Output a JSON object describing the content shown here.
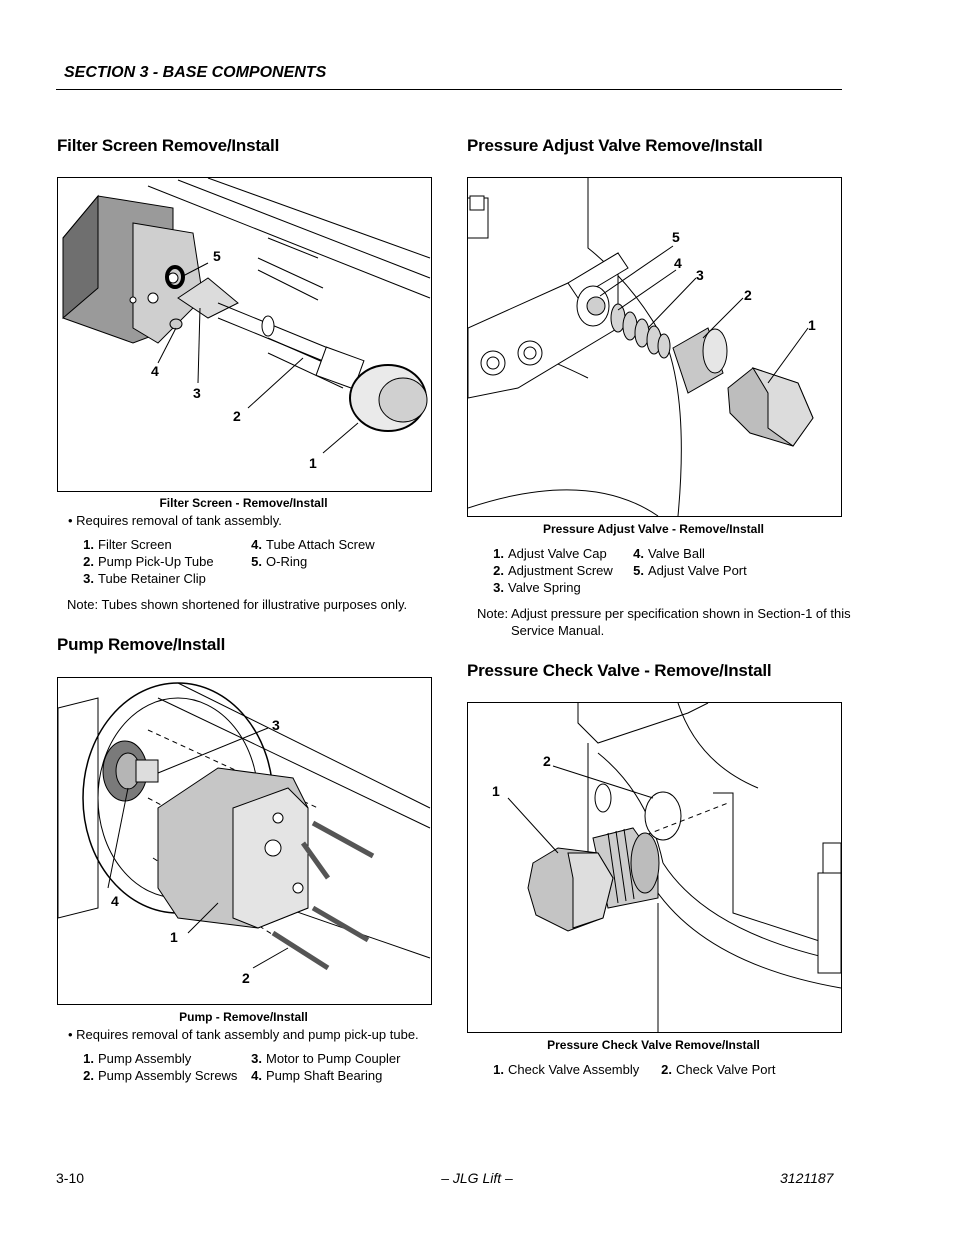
{
  "header": {
    "section": "SECTION 3 - BASE COMPONENTS"
  },
  "filter_screen": {
    "heading": "Filter Screen Remove/Install",
    "caption": "Filter Screen - Remove/Install",
    "bullet": "• Requires removal of tank assembly.",
    "parts": [
      {
        "num": "1.",
        "label": "Filter Screen"
      },
      {
        "num": "2.",
        "label": "Pump Pick-Up Tube"
      },
      {
        "num": "3.",
        "label": "Tube Retainer Clip"
      },
      {
        "num": "4.",
        "label": "Tube Attach Screw"
      },
      {
        "num": "5.",
        "label": "O-Ring"
      }
    ],
    "note": "Note:  Tubes shown shortened for illustrative purposes only.",
    "callouts": [
      "1",
      "2",
      "3",
      "4",
      "5"
    ]
  },
  "pump": {
    "heading": "Pump Remove/Install",
    "caption": "Pump - Remove/Install",
    "bullet": "• Requires removal of  tank assembly and pump pick-up tube.",
    "parts": [
      {
        "num": "1.",
        "label": "Pump Assembly"
      },
      {
        "num": "2.",
        "label": "Pump Assembly Screws"
      },
      {
        "num": "3.",
        "label": "Motor to Pump Coupler"
      },
      {
        "num": "4.",
        "label": "Pump Shaft Bearing"
      }
    ],
    "callouts": [
      "1",
      "2",
      "3",
      "4"
    ]
  },
  "pressure_adjust": {
    "heading": "Pressure Adjust Valve Remove/Install",
    "caption": "Pressure Adjust Valve - Remove/Install",
    "parts": [
      {
        "num": "1.",
        "label": "Adjust Valve Cap"
      },
      {
        "num": "2.",
        "label": "Adjustment Screw"
      },
      {
        "num": "3.",
        "label": "Valve Spring"
      },
      {
        "num": "4.",
        "label": "Valve Ball"
      },
      {
        "num": "5.",
        "label": "Adjust Valve Port"
      }
    ],
    "note_label": "Note:",
    "note_line1": "Adjust pressure per specification shown in Section-1 of this",
    "note_line2": "Service Manual.",
    "callouts": [
      "1",
      "2",
      "3",
      "4",
      "5"
    ]
  },
  "pressure_check": {
    "heading": "Pressure Check Valve - Remove/Install",
    "caption": "Pressure Check Valve Remove/Install",
    "parts": [
      {
        "num": "1.",
        "label": "Check Valve Assembly"
      },
      {
        "num": "2.",
        "label": "Check Valve Port"
      }
    ],
    "callouts": [
      "1",
      "2"
    ]
  },
  "footer": {
    "page": "3-10",
    "center": "– JLG Lift –",
    "doc": "3121187"
  }
}
